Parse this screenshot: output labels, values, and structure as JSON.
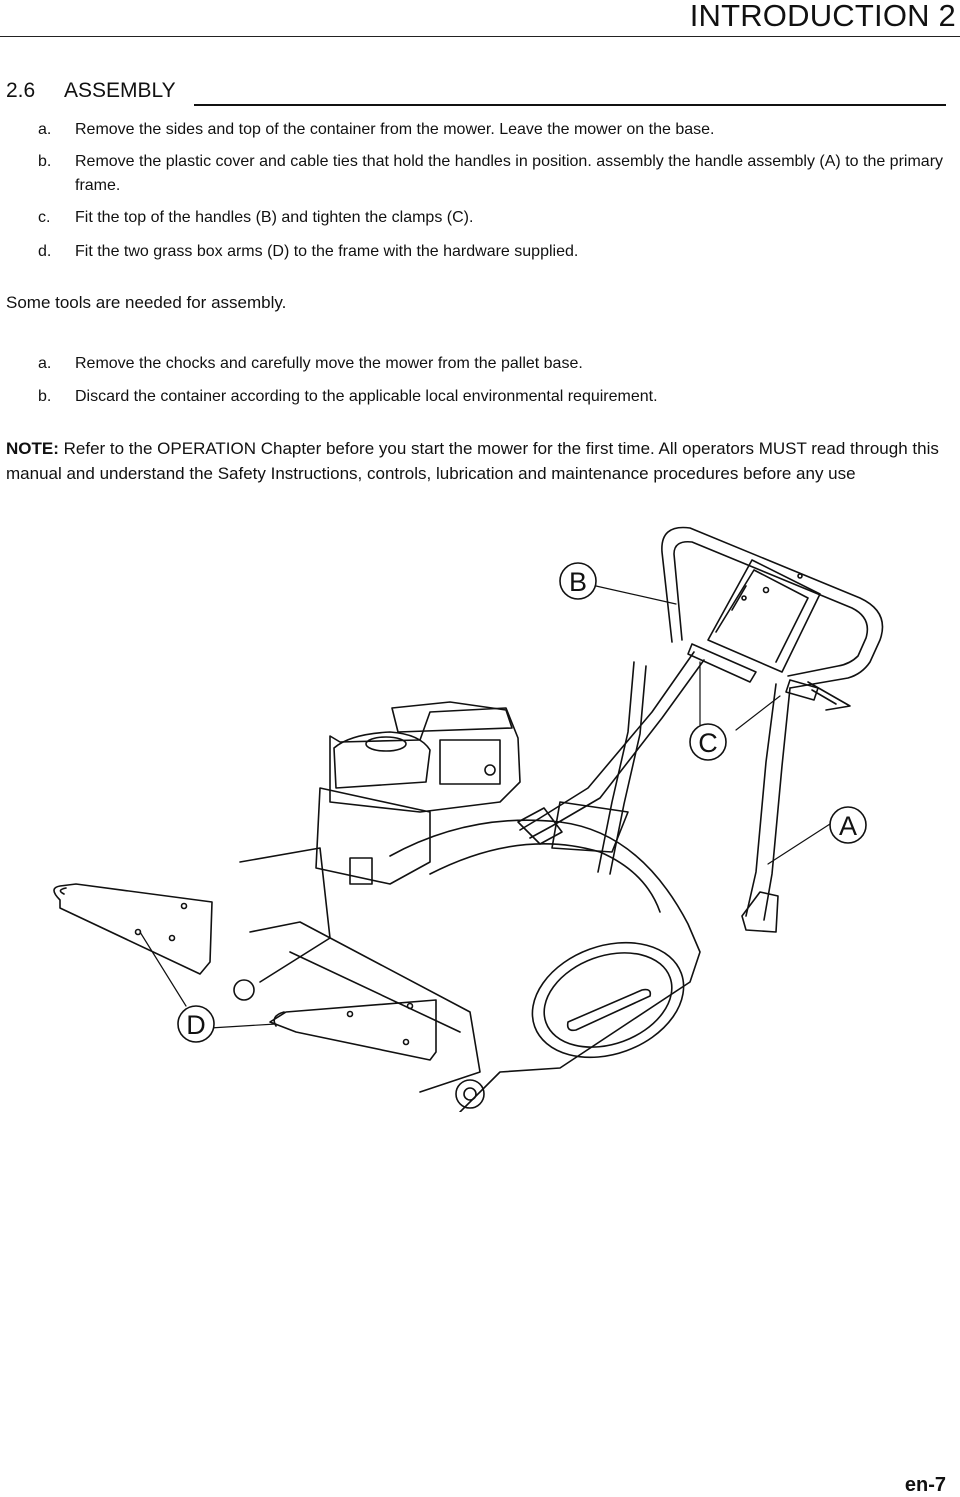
{
  "header": {
    "title": "INTRODUCTION 2"
  },
  "section": {
    "number": "2.6",
    "title": "ASSEMBLY"
  },
  "steps_1": [
    {
      "letter": "a.",
      "text": "Remove the sides and top of the container from the mower. Leave the mower on the base."
    },
    {
      "letter": "b.",
      "text": "Remove the plastic cover and cable ties that hold the handles in position. assembly the handle assembly (A) to the primary frame."
    },
    {
      "letter": "c.",
      "text": "Fit the top of the handles (B) and tighten the clamps (C)."
    },
    {
      "letter": "d.",
      "text": "Fit the two grass box arms (D) to the frame with the hardware supplied."
    }
  ],
  "tools_note": "Some tools are needed for assembly.",
  "steps_2": [
    {
      "letter": "a.",
      "text": "Remove the chocks and carefully move the mower from the pallet base."
    },
    {
      "letter": "b.",
      "text": "Discard the container according to the applicable local environmental requirement."
    }
  ],
  "note": {
    "label": "NOTE:",
    "text": " Refer to the OPERATION Chapter before you start the mower for the first time. All operators MUST read through this manual and understand the Safety Instructions, controls, lubrication and maintenance procedures before any use"
  },
  "figure": {
    "callouts": {
      "a": "A",
      "b": "B",
      "c": "C",
      "d": "D"
    }
  },
  "footer": {
    "page": "en-7"
  }
}
